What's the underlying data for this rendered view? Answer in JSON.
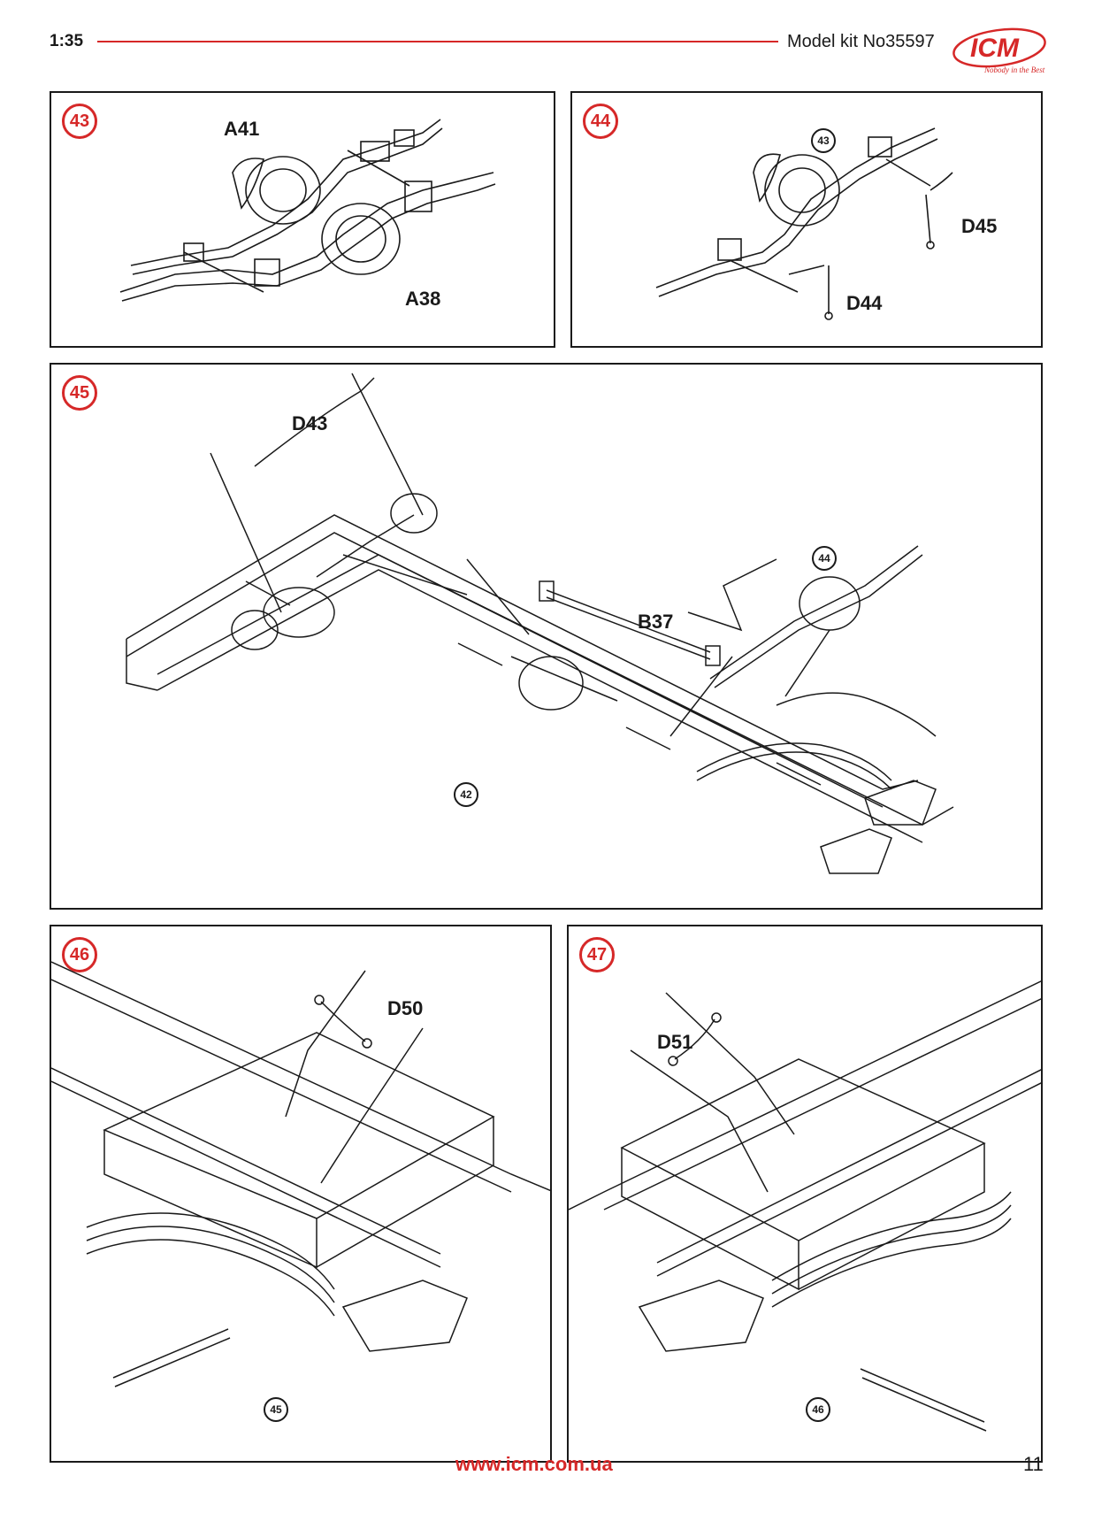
{
  "header": {
    "scale": "1:35",
    "model_kit": "Model kit No35597",
    "logo_text": "ICM",
    "logo_tagline": "Nobody in the Best",
    "colors": {
      "accent": "#d62828",
      "ink": "#1a1a1a"
    }
  },
  "steps": [
    {
      "number": "43",
      "parts": [
        "A41",
        "A38"
      ],
      "refs": []
    },
    {
      "number": "44",
      "parts": [
        "D45",
        "D44"
      ],
      "refs": [
        "43"
      ]
    },
    {
      "number": "45",
      "parts": [
        "D43",
        "B37"
      ],
      "refs": [
        "44",
        "42"
      ]
    },
    {
      "number": "46",
      "parts": [
        "D50"
      ],
      "refs": [
        "45"
      ]
    },
    {
      "number": "47",
      "parts": [
        "D51"
      ],
      "refs": [
        "46"
      ]
    }
  ],
  "footer": {
    "url": "www.icm.com.ua",
    "page_number": "11"
  }
}
